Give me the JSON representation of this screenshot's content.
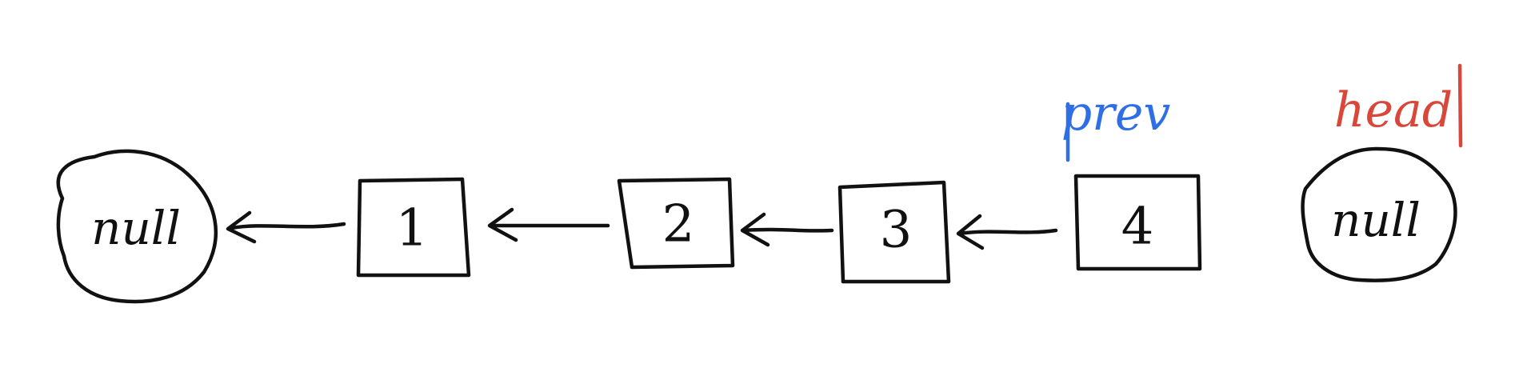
{
  "diagram": {
    "nulls": {
      "left": "null",
      "right": "null"
    },
    "nodes": [
      "1",
      "2",
      "3",
      "4"
    ],
    "pointers": {
      "prev": {
        "label": "prev",
        "color": "#2f6fe6"
      },
      "head": {
        "label": "head",
        "color": "#d9473a"
      }
    },
    "ink_color": "#111111"
  }
}
